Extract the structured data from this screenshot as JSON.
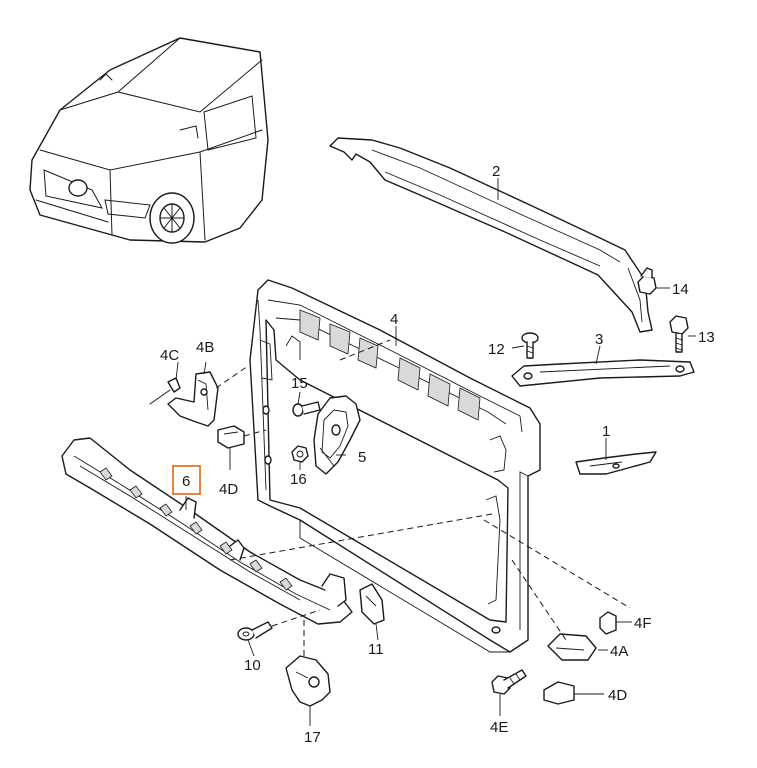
{
  "highlight_color": "#e0762b",
  "callouts": {
    "c1": "1",
    "c2": "2",
    "c3": "3",
    "c4": "4",
    "c4A": "4A",
    "c4B": "4B",
    "c4C": "4C",
    "c4D_left": "4D",
    "c4D_right": "4D",
    "c4E": "4E",
    "c4F": "4F",
    "c5": "5",
    "c6": "6",
    "c10": "10",
    "c11": "11",
    "c12": "12",
    "c13": "13",
    "c14": "14",
    "c15": "15",
    "c16": "16",
    "c17": "17"
  }
}
